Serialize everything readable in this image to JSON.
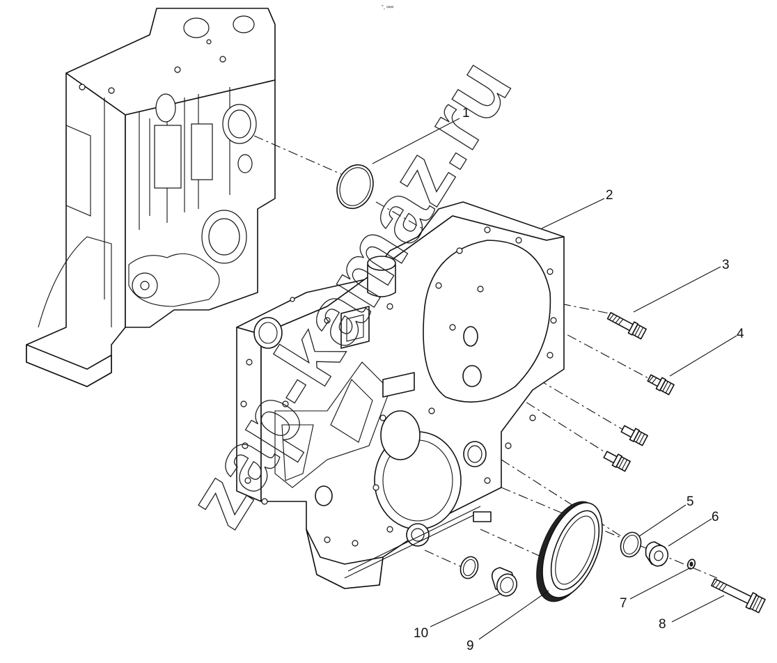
{
  "header_text": "°˳ ∞∞",
  "watermark": "zap-kamaz.ru",
  "callouts": [
    "1",
    "2",
    "3",
    "4",
    "5",
    "6",
    "7",
    "8",
    "9",
    "10"
  ]
}
